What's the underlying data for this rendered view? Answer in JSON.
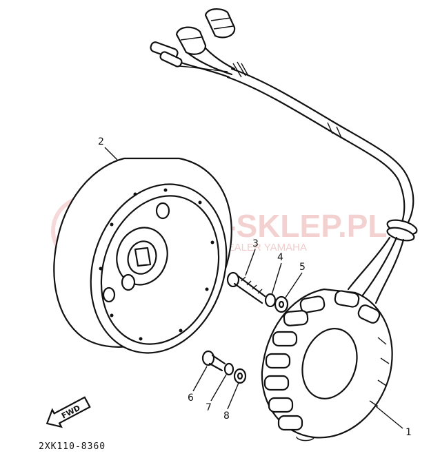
{
  "diagram": {
    "part_labels": [
      {
        "id": "1",
        "text": "1"
      },
      {
        "id": "2",
        "text": "2"
      },
      {
        "id": "3",
        "text": "3"
      },
      {
        "id": "4",
        "text": "4"
      },
      {
        "id": "5",
        "text": "5"
      },
      {
        "id": "6",
        "text": "6"
      },
      {
        "id": "7",
        "text": "7"
      },
      {
        "id": "8",
        "text": "8"
      }
    ],
    "fwd_label": "FWD",
    "drawing_code": "2XK110-8360"
  },
  "watermark": {
    "title": "YAMA-SKLEP.PL",
    "subtitle": "CIECHOWICZ DEALER YAMAHA",
    "logo": "yamaha-tuning-fork-logo"
  }
}
